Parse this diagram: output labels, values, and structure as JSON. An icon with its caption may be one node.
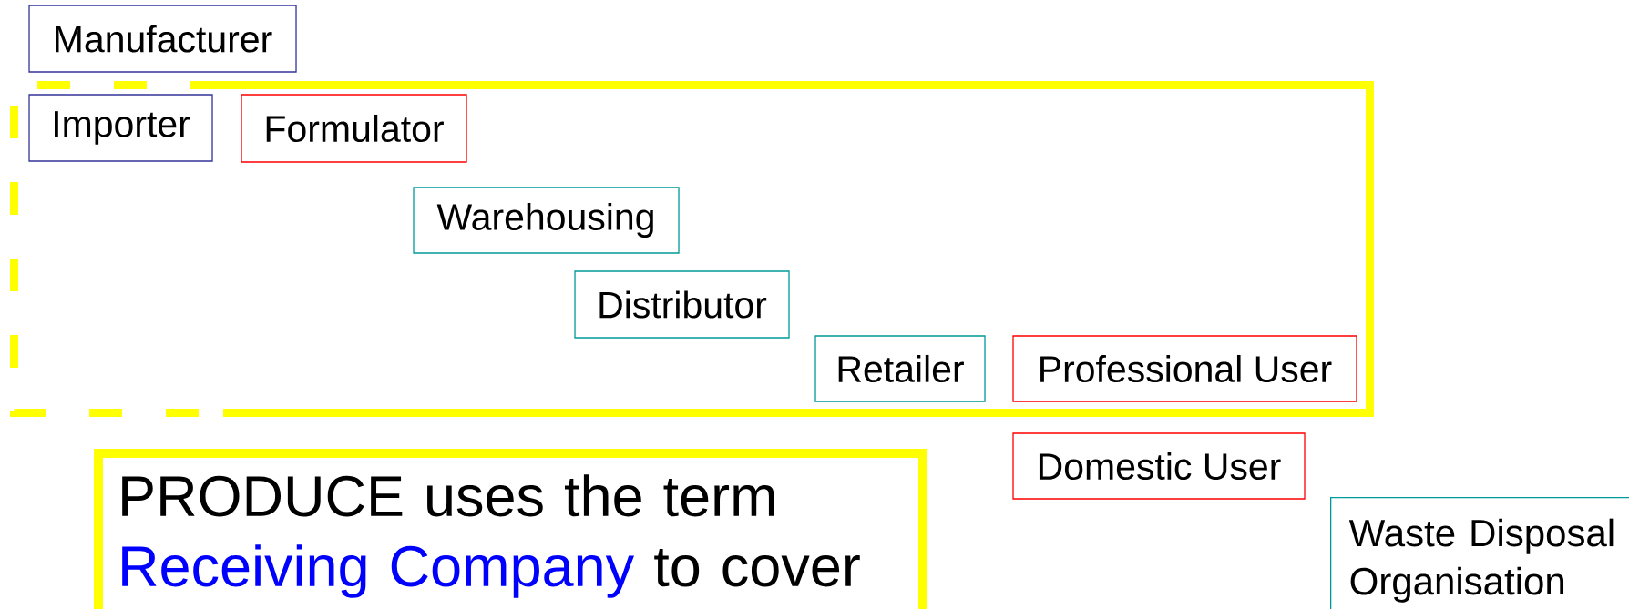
{
  "diagram": {
    "nodes": [
      {
        "text": [
          "Manufacturer"
        ]
      },
      {
        "text": [],
        "shape": "box"
      },
      {
        "text": [
          "Importer"
        ],
        "in": 1
      },
      {
        "text": [
          "Formulator"
        ],
        "in": 1
      },
      {
        "text": [
          "Warehousing"
        ],
        "in": 1
      },
      {
        "text": [
          "Distributor"
        ],
        "in": 1
      },
      {
        "text": [
          "Retailer"
        ],
        "in": 1
      },
      {
        "text": [
          "Professional User"
        ],
        "in": 1
      },
      {
        "text": [
          "Domestic User"
        ]
      },
      {
        "text": [
          "Waste Disposal Organisation"
        ]
      },
      {
        "text": [
          "PRODUCE uses the term",
          "Receiving Company",
          "to cover"
        ]
      }
    ]
  }
}
